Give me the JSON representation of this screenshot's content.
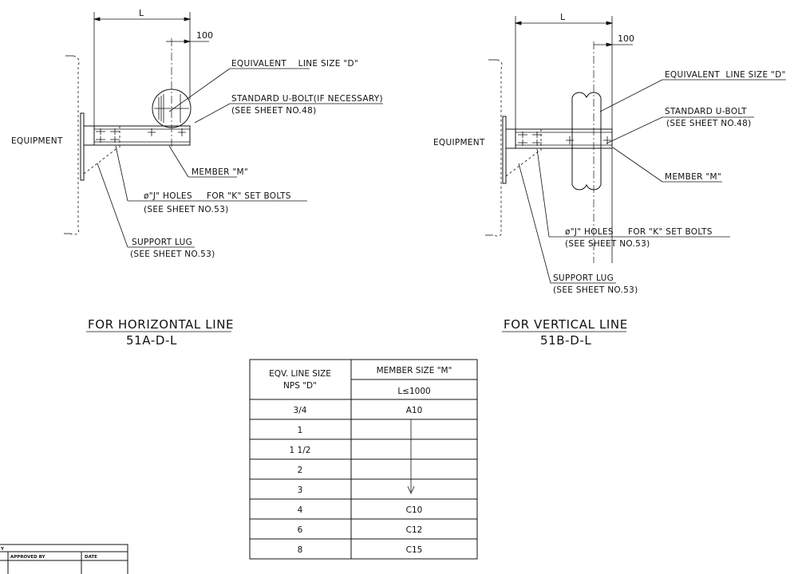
{
  "left_view": {
    "dim_L": "L",
    "dim_100": "100",
    "equipment": "EQUIPMENT",
    "equiv_line": "EQUIVALENT    LINE SIZE \"D\"",
    "ubolt_1": "STANDARD U-BOLT(IF NECESSARY)",
    "ubolt_2": "(SEE SHEET NO.48)",
    "member": "MEMBER \"M\"",
    "holes_1": "ø\"J\" HOLES     FOR \"K\" SET BOLTS",
    "holes_2": "(SEE SHEET NO.53)",
    "lug_1": "SUPPORT LUG",
    "lug_2": "(SEE SHEET NO.53)",
    "title": "FOR HORIZONTAL LINE",
    "code": "51A-D-L"
  },
  "right_view": {
    "dim_L": "L",
    "dim_100": "100",
    "equipment": "EQUIPMENT",
    "equiv_line": "EQUIVALENT  LINE SIZE \"D\"",
    "ubolt_1": "STANDARD U-BOLT",
    "ubolt_2": "(SEE SHEET NO.48)",
    "member": "MEMBER \"M\"",
    "holes_1": "ø\"J\" HOLES     FOR \"K\" SET BOLTS",
    "holes_2": "(SEE SHEET NO.53)",
    "lug_1": "SUPPORT LUG",
    "lug_2": "(SEE SHEET NO.53)",
    "title": "FOR VERTICAL LINE",
    "code": "51B-D-L"
  },
  "table": {
    "col1_header_1": "EQV. LINE SIZE",
    "col1_header_2": "NPS \"D\"",
    "col2_header": "MEMBER SIZE \"M\"",
    "col2_sub": "L≤1000",
    "rows": [
      {
        "size": "3/4",
        "member": "A10"
      },
      {
        "size": "1",
        "member": ""
      },
      {
        "size": "1 1/2",
        "member": ""
      },
      {
        "size": "2",
        "member": ""
      },
      {
        "size": "3",
        "member": ""
      },
      {
        "size": "4",
        "member": "C10"
      },
      {
        "size": "6",
        "member": "C12"
      },
      {
        "size": "8",
        "member": "C15"
      }
    ]
  },
  "title_block": {
    "approved": "APPROVED BY",
    "date": "DATE",
    "partial": "Y"
  }
}
